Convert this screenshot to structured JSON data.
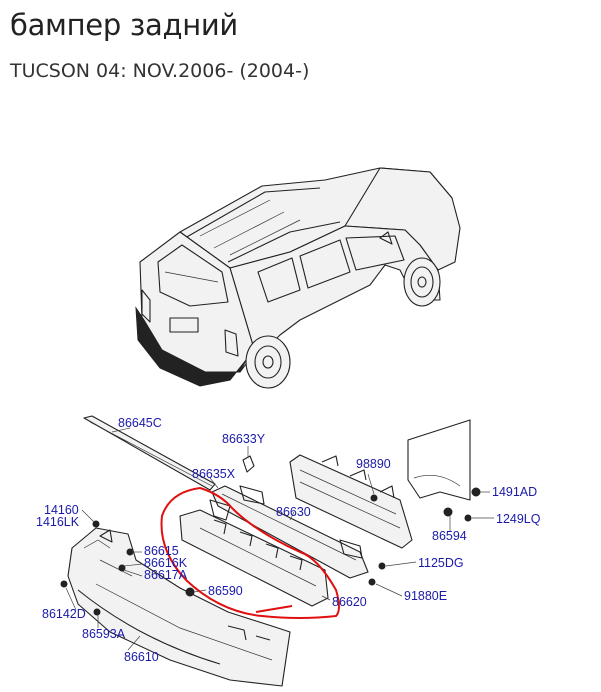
{
  "header": {
    "title": "бампер задний",
    "subtitle": "TUCSON 04: NOV.2006- (2004-)"
  },
  "colors": {
    "label": "#1a1aa8",
    "highlight": "#e01010",
    "line": "#222222"
  },
  "parts": {
    "p86645C": "86645C",
    "p86633Y": "86633Y",
    "p86635X": "86635X",
    "p98890": "98890",
    "p14160": "14160",
    "p1416LK": "1416LK",
    "p86630": "86630",
    "p1491AD": "1491AD",
    "p1249LQ": "1249LQ",
    "p86594": "86594",
    "p86615": "86615",
    "p86616K": "86616K",
    "p86617A": "86617A",
    "p1125DG": "1125DG",
    "p86590": "86590",
    "p86620": "86620",
    "p91880E": "91880E",
    "p86142D": "86142D",
    "p86593A": "86593A",
    "p86610": "86610"
  }
}
